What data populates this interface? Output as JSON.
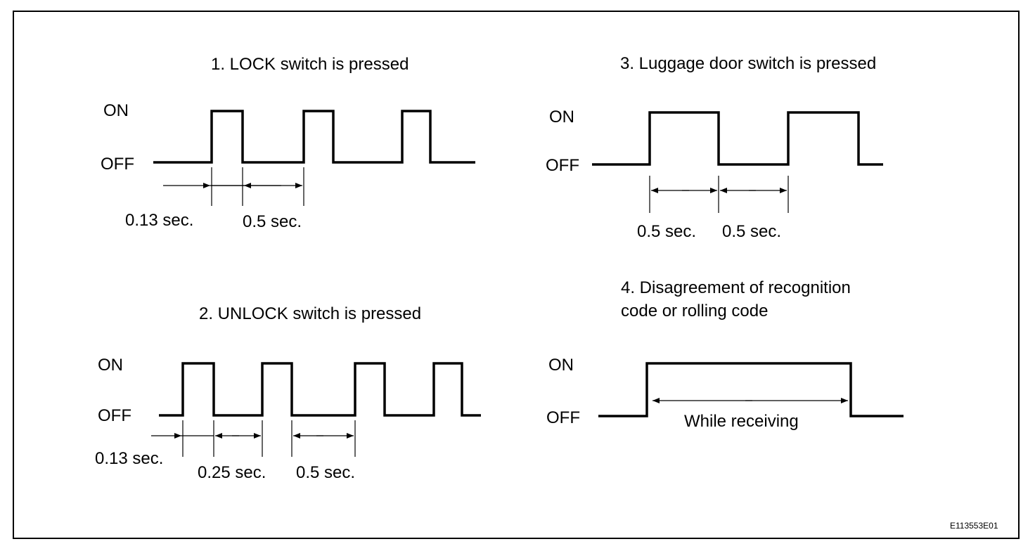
{
  "diagrams": [
    {
      "title": "1. LOCK switch is pressed",
      "on_label": "ON",
      "off_label": "OFF",
      "dims": [
        "0.13 sec.",
        "0.5 sec."
      ]
    },
    {
      "title": "2. UNLOCK switch is pressed",
      "on_label": "ON",
      "off_label": "OFF",
      "dims": [
        "0.13 sec.",
        "0.25 sec.",
        "0.5 sec."
      ]
    },
    {
      "title": "3. Luggage door switch is pressed",
      "on_label": "ON",
      "off_label": "OFF",
      "dims": [
        "0.5 sec.",
        "0.5 sec."
      ]
    },
    {
      "title_line1": "4. Disagreement of recognition",
      "title_line2": "code or rolling code",
      "on_label": "ON",
      "off_label": "OFF",
      "dims": [
        "While receiving"
      ]
    }
  ],
  "figure_code": "E113553E01"
}
